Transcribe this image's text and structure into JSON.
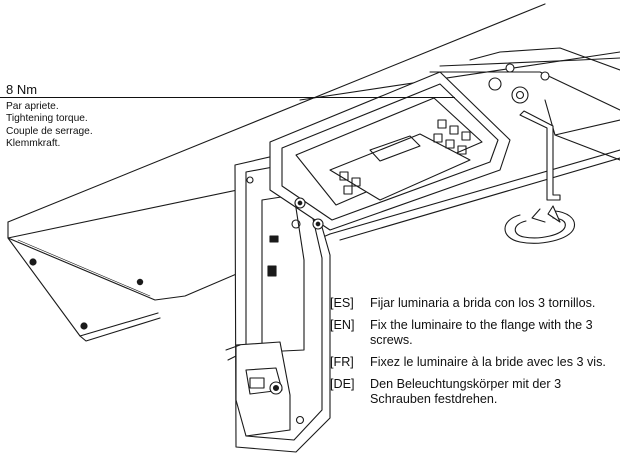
{
  "torque": {
    "value": "8 Nm",
    "descriptions": [
      "Par apriete.",
      "Tightening torque.",
      "Couple de serrage.",
      "Klemmkraft."
    ]
  },
  "instructions": [
    {
      "lang": "[ES]",
      "text": "Fijar luminaria a brida con los 3 tornillos."
    },
    {
      "lang": "[EN]",
      "text": "Fix the luminaire to the flange with the 3 screws."
    },
    {
      "lang": "[FR]",
      "text": "Fixez le luminaire à la bride avec les 3 vis."
    },
    {
      "lang": "[DE]",
      "text": "Den Beleuchtungskörper mit der 3 Schrauben festdrehen."
    }
  ],
  "illustration": {
    "icons": [
      "rotation-arrow-icon",
      "allen-key-icon",
      "screw-icon"
    ],
    "line_color": "#1a1a1a",
    "fill_color": "#ffffff"
  }
}
